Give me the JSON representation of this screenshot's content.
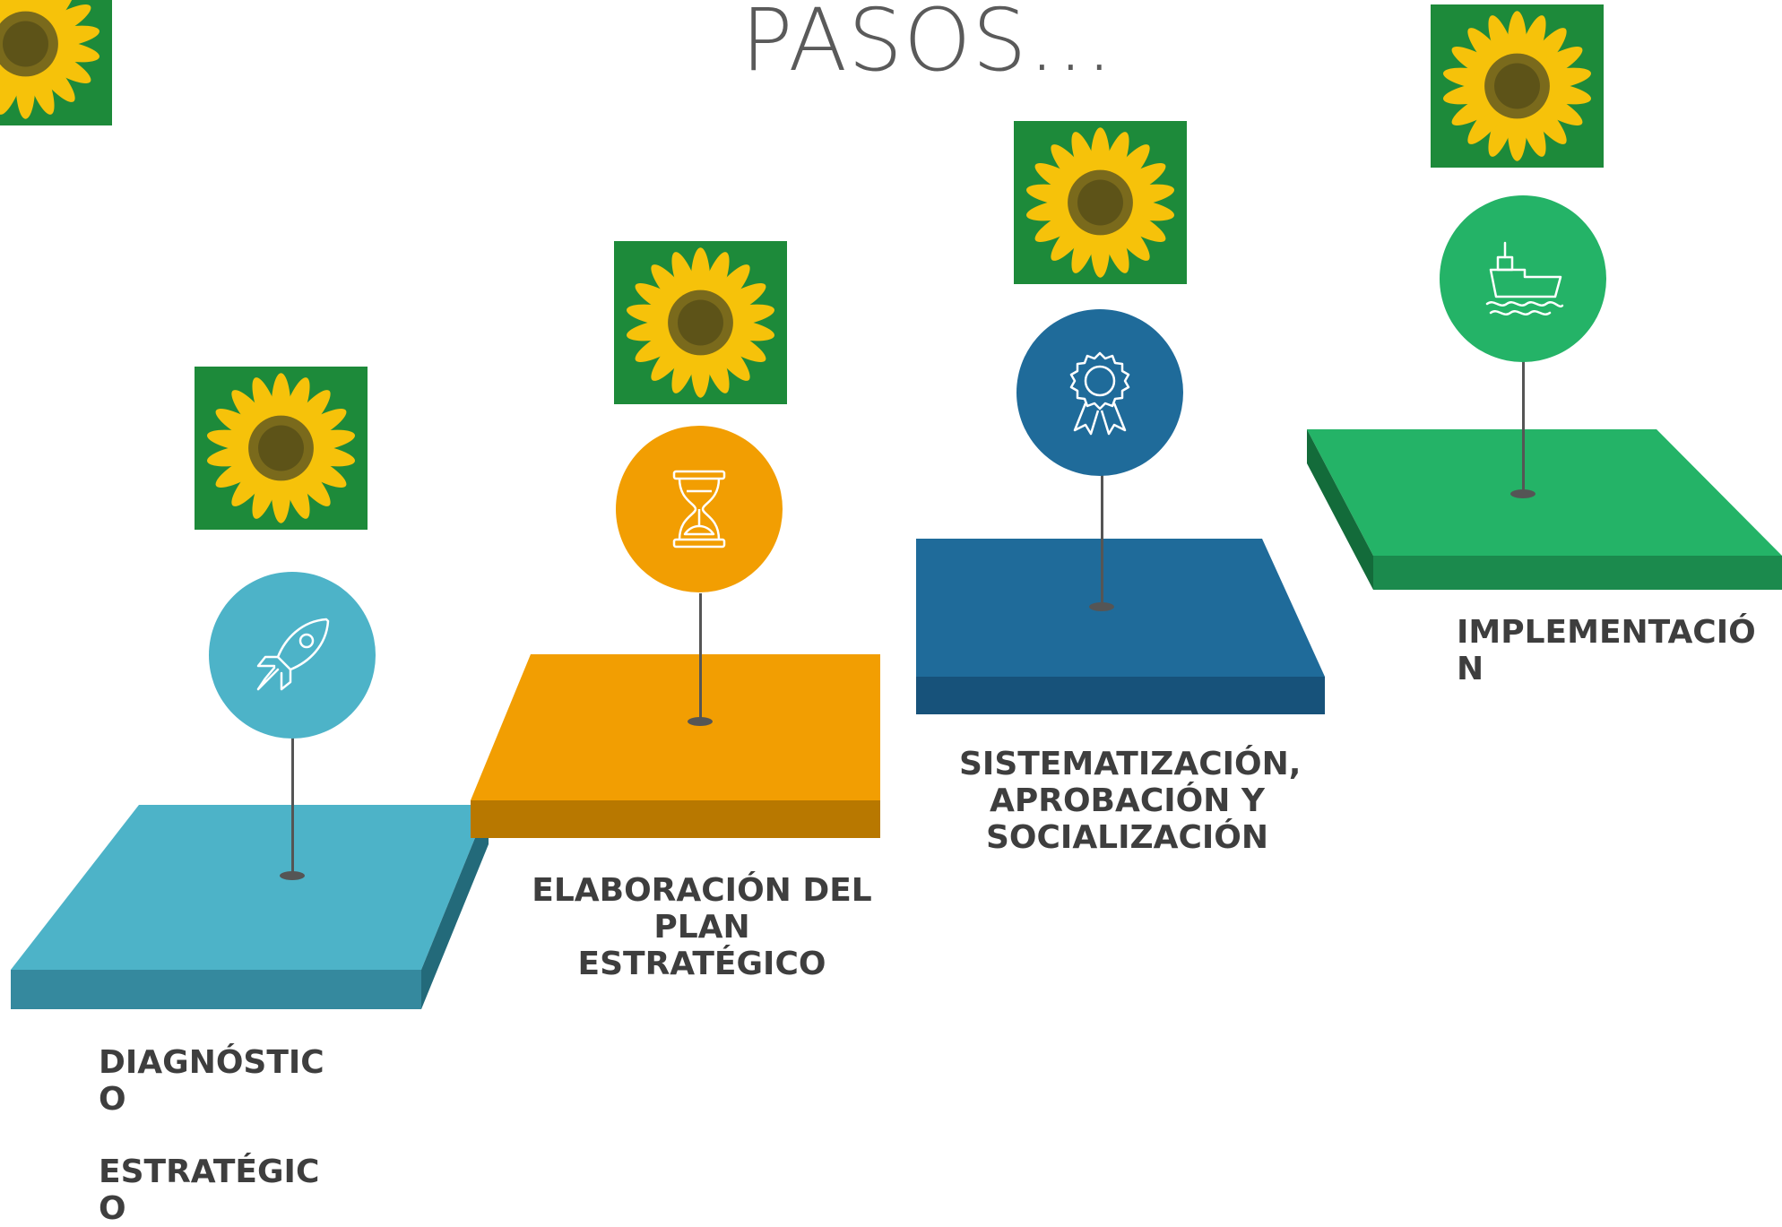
{
  "title": "PASOS…",
  "colors": {
    "step1": "#4db3c8",
    "step2": "#f29e02",
    "step3": "#1f6b9a",
    "step4": "#24b367",
    "text": "#3e3e3e",
    "sunflower_bg": "#1d8a3a"
  },
  "steps": [
    {
      "label_lines": [
        "DIAGNÓSTIC",
        "O",
        "ESTRATÉGIC",
        "O"
      ],
      "icon": "rocket-icon",
      "color": "#4db3c8"
    },
    {
      "label_lines": [
        "ELABORACIÓN DEL",
        "PLAN ESTRATÉGICO"
      ],
      "icon": "hourglass-icon",
      "color": "#f29e02"
    },
    {
      "label_lines": [
        "SISTEMATIZACIÓN,",
        "APROBACIÓN Y",
        "SOCIALIZACIÓN"
      ],
      "icon": "award-ribbon-icon",
      "color": "#1f6b9a"
    },
    {
      "label_lines": [
        "IMPLEMENTACIÓ",
        "N"
      ],
      "icon": "ship-icon",
      "color": "#24b367"
    }
  ],
  "decorations": [
    "sunflower-image",
    "sunflower-image",
    "sunflower-image",
    "sunflower-image",
    "sunflower-image"
  ]
}
